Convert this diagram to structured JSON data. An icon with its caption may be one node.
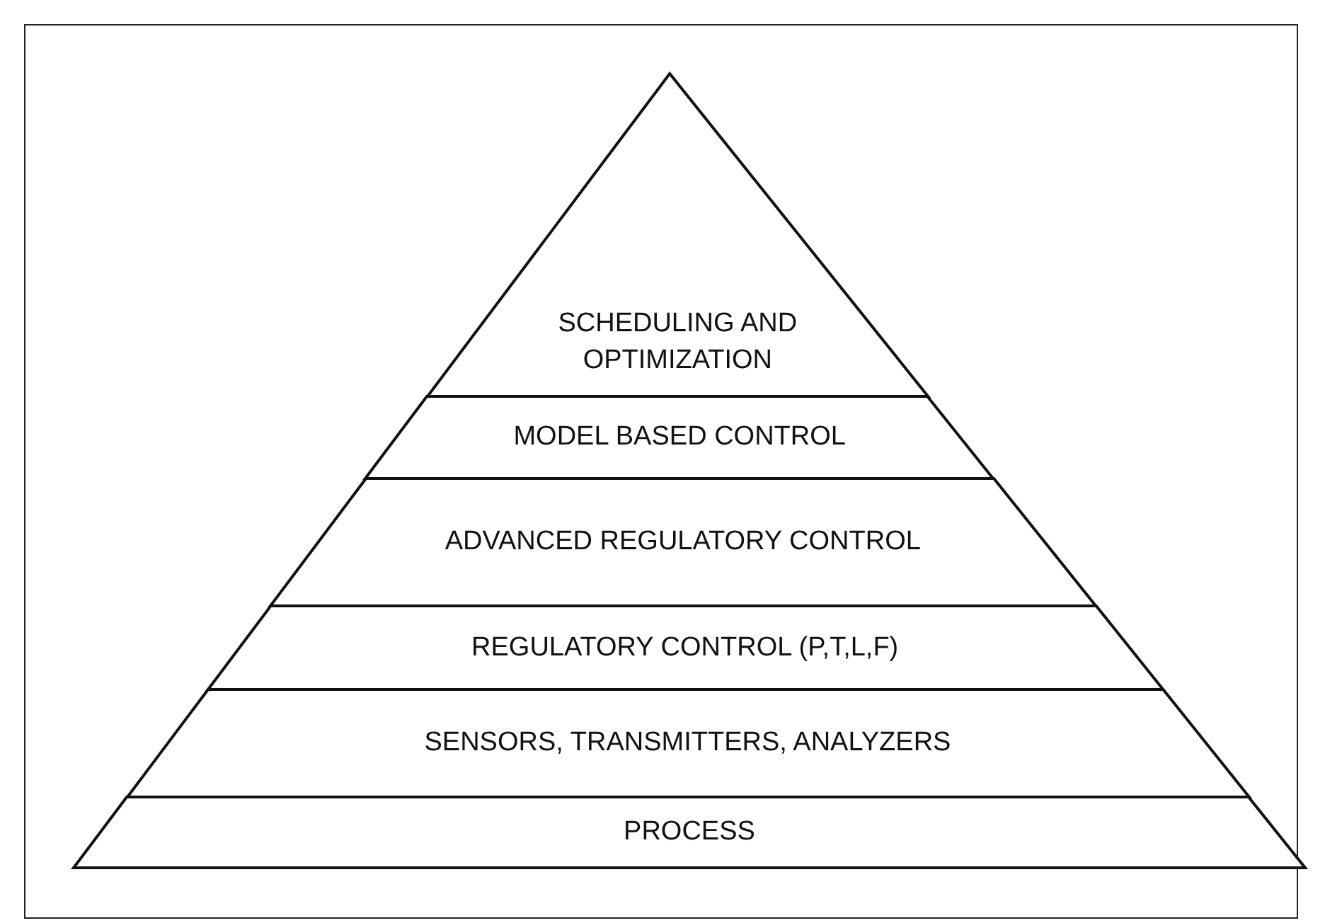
{
  "diagram": {
    "nodes": [
      {
        "text": [
          "SCHEDULING AND OPTIMIZATION"
        ]
      },
      {
        "text": [
          "MODEL BASED CONTROL"
        ]
      },
      {
        "text": [
          "ADVANCED REGULATORY CONTROL"
        ]
      },
      {
        "text": [
          "REGULATORY CONTROL (P,T,L,F)"
        ]
      },
      {
        "text": [
          "SENSORS, TRANSMITTERS, ANALYZERS"
        ]
      },
      {
        "text": [
          "PROCESS"
        ]
      }
    ]
  }
}
